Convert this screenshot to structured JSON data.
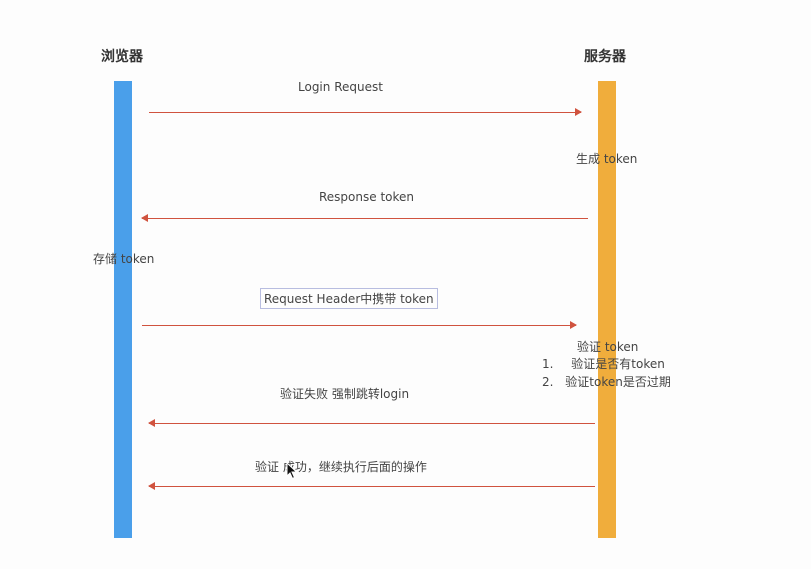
{
  "participants": {
    "browser": {
      "title": "浏览器",
      "color": "#4a9fea"
    },
    "server": {
      "title": "服务器",
      "color": "#f0ad3c"
    }
  },
  "arrow_color": "#d0533f",
  "messages": [
    {
      "label": "Login Request",
      "direction": "right"
    },
    {
      "label": "Response token",
      "direction": "left"
    },
    {
      "label": "Request Header中携带 token",
      "direction": "right"
    },
    {
      "label": "验证失败 强制跳转login",
      "direction": "left"
    },
    {
      "label": "验证 成功，继续执行后面的操作",
      "direction": "left"
    }
  ],
  "notes": {
    "generate_token": "生成 token",
    "store_token": "存储 token",
    "verify_token": "验证 token",
    "verify_steps": [
      {
        "num": "1.",
        "text": "验证是否有token"
      },
      {
        "num": "2.",
        "text": "验证token是否过期"
      }
    ]
  }
}
